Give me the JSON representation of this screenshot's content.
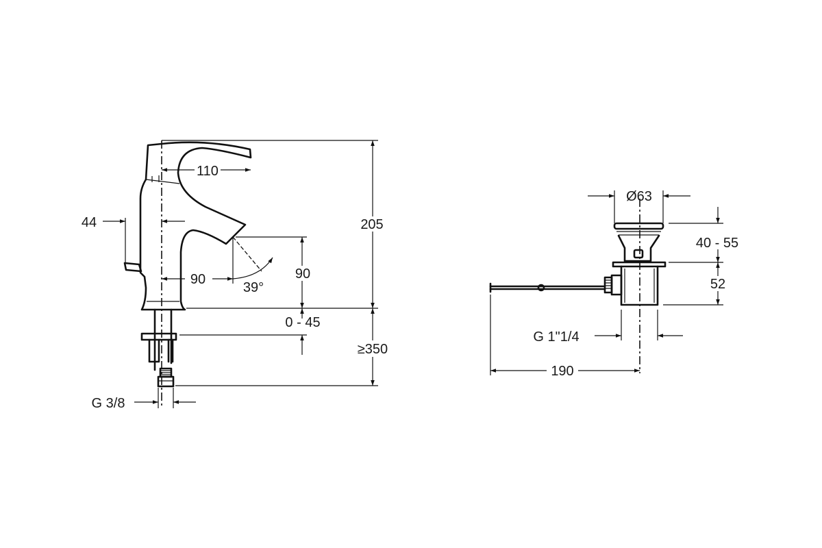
{
  "faucet": {
    "dimensions": {
      "spout_reach": "110",
      "body_width": "44",
      "total_height": "205",
      "outlet_height": "90",
      "outlet_offset": "90",
      "handle_angle": "39°",
      "countertop_thickness": "0 - 45",
      "hose_length": "≥350",
      "connection_thread": "G 3/8"
    }
  },
  "drain": {
    "dimensions": {
      "cap_diameter": "Ø63",
      "adjust_range": "40 - 55",
      "body_height": "52",
      "outlet_thread": "G 1\"1/4",
      "rod_length": "190"
    }
  },
  "colors": {
    "line": "#111111",
    "background": "#ffffff"
  }
}
